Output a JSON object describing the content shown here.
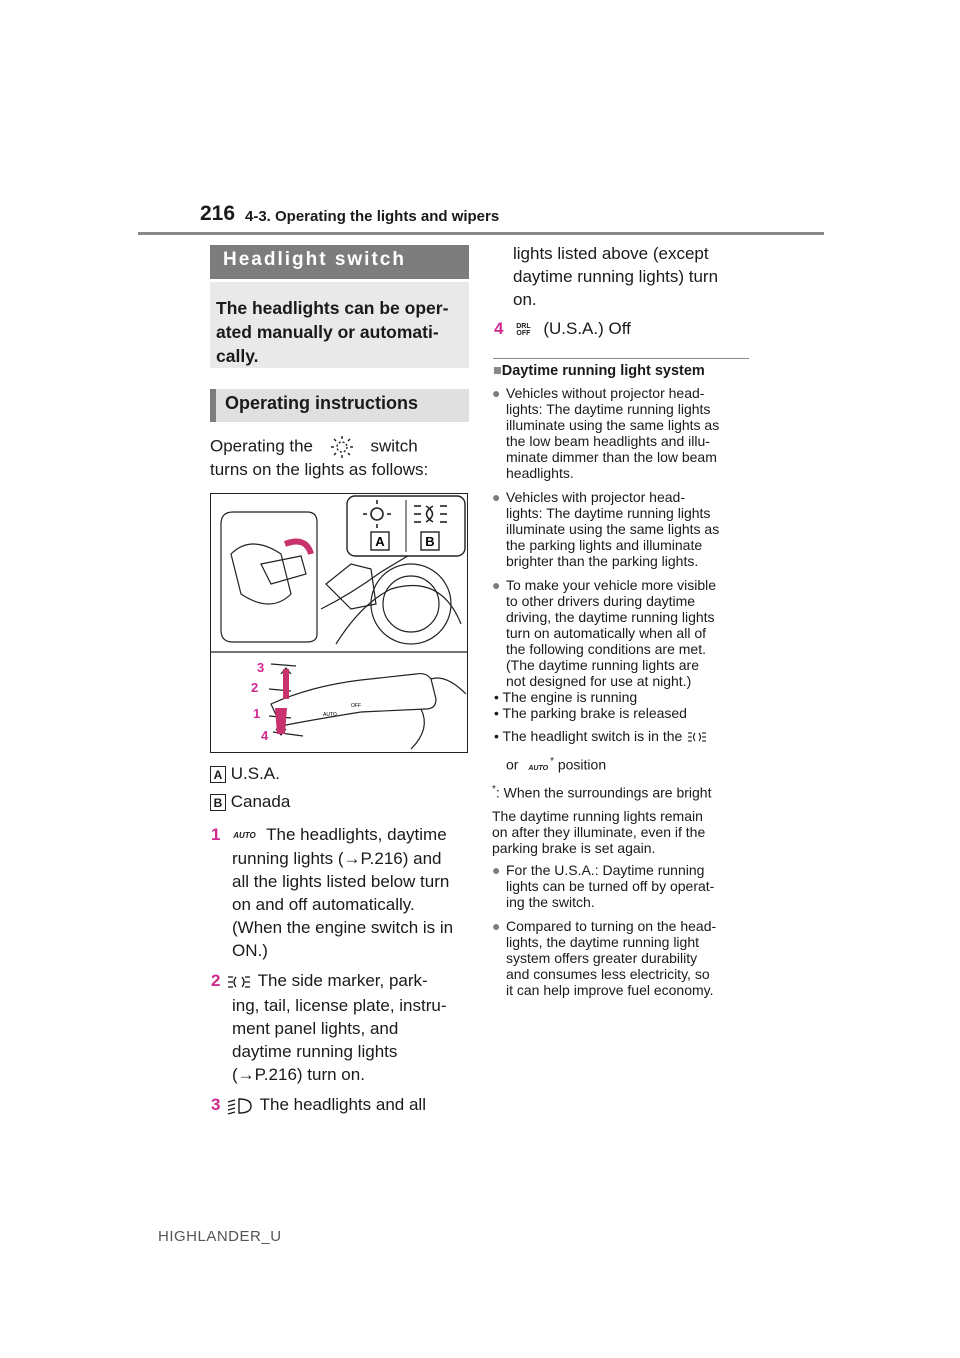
{
  "header": {
    "page_number": "216",
    "section": "4-3. Operating the lights and wipers"
  },
  "left": {
    "banner": "Headlight switch",
    "intro": "The headlights can be oper-ated manually or automati-cally.",
    "sub_banner": "Operating instructions",
    "lead_a": "Operating the",
    "lead_b": "switch",
    "lead_c": "turns on the lights as follows:",
    "figure": {
      "tag_a": "A",
      "tag_b": "B",
      "n1": "1",
      "n2": "2",
      "n3": "3",
      "n4": "4",
      "auto": "AUTO",
      "off": "OFF"
    },
    "legend_a_tag": "A",
    "legend_a": "U.S.A.",
    "legend_b_tag": "B",
    "legend_b": "Canada",
    "item1_num": "1",
    "item1_icon": "AUTO",
    "item1_l1": "The headlights, daytime",
    "item1_l2": "running lights (→P.216) and",
    "item1_l3": "all the lights listed below turn",
    "item1_l4": "on and off automatically.",
    "item1_l5": "(When the engine switch is in",
    "item1_l6": "ON.)",
    "item2_num": "2",
    "item2_l1": "The side marker, park-",
    "item2_l2": "ing, tail, license plate, instru-",
    "item2_l3": "ment panel lights, and",
    "item2_l4": "daytime running lights",
    "item2_l5": "(→P.216) turn on.",
    "item3_num": "3",
    "item3_l1": "The headlights and all"
  },
  "right": {
    "cont_l1": "lights listed above (except",
    "cont_l2": "daytime running lights) turn",
    "cont_l3": "on.",
    "item4_num": "4",
    "item4_icon_top": "DRL",
    "item4_icon_bottom": "OFF",
    "item4_text": "(U.S.A.) Off",
    "sec_marker": "■",
    "sec_title": "Daytime running light system",
    "bullet": "●",
    "b1": [
      "Vehicles without projector head-",
      "lights: The daytime running lights",
      "illuminate using the same lights as",
      "the low beam headlights and illu-",
      "minate dimmer than the low beam",
      "headlights."
    ],
    "b2": [
      "Vehicles with projector head-",
      "lights: The daytime running lights",
      "illuminate using the same lights as",
      "the parking lights and illuminate",
      "brighter than the parking lights."
    ],
    "b3": [
      "To make your vehicle more visible",
      "to other drivers during daytime",
      "driving, the daytime running lights",
      "turn on automatically when all of",
      "the following conditions are met.",
      "(The daytime running lights are",
      "not designed for use at night.)"
    ],
    "cond1": "• The engine is running",
    "cond2": "• The parking brake is released",
    "cond3_a": "• The headlight switch is in the",
    "cond3_or": "or",
    "cond3_icon": "AUTO",
    "cond3_star": "*",
    "cond3_end": "position",
    "footnote_star": "*",
    "footnote": ": When the surroundings are bright",
    "remain": [
      "The daytime running lights remain",
      "on after they illuminate, even if the",
      "parking brake is set again."
    ],
    "b4": [
      "For the U.S.A.: Daytime running",
      "lights can be turned off by operat-",
      "ing the switch."
    ],
    "b5": [
      "Compared to turning on the head-",
      "lights, the daytime running light",
      "system offers greater durability",
      "and consumes less electricity, so",
      "it can help improve fuel economy."
    ]
  },
  "footer": "HIGHLANDER_U"
}
